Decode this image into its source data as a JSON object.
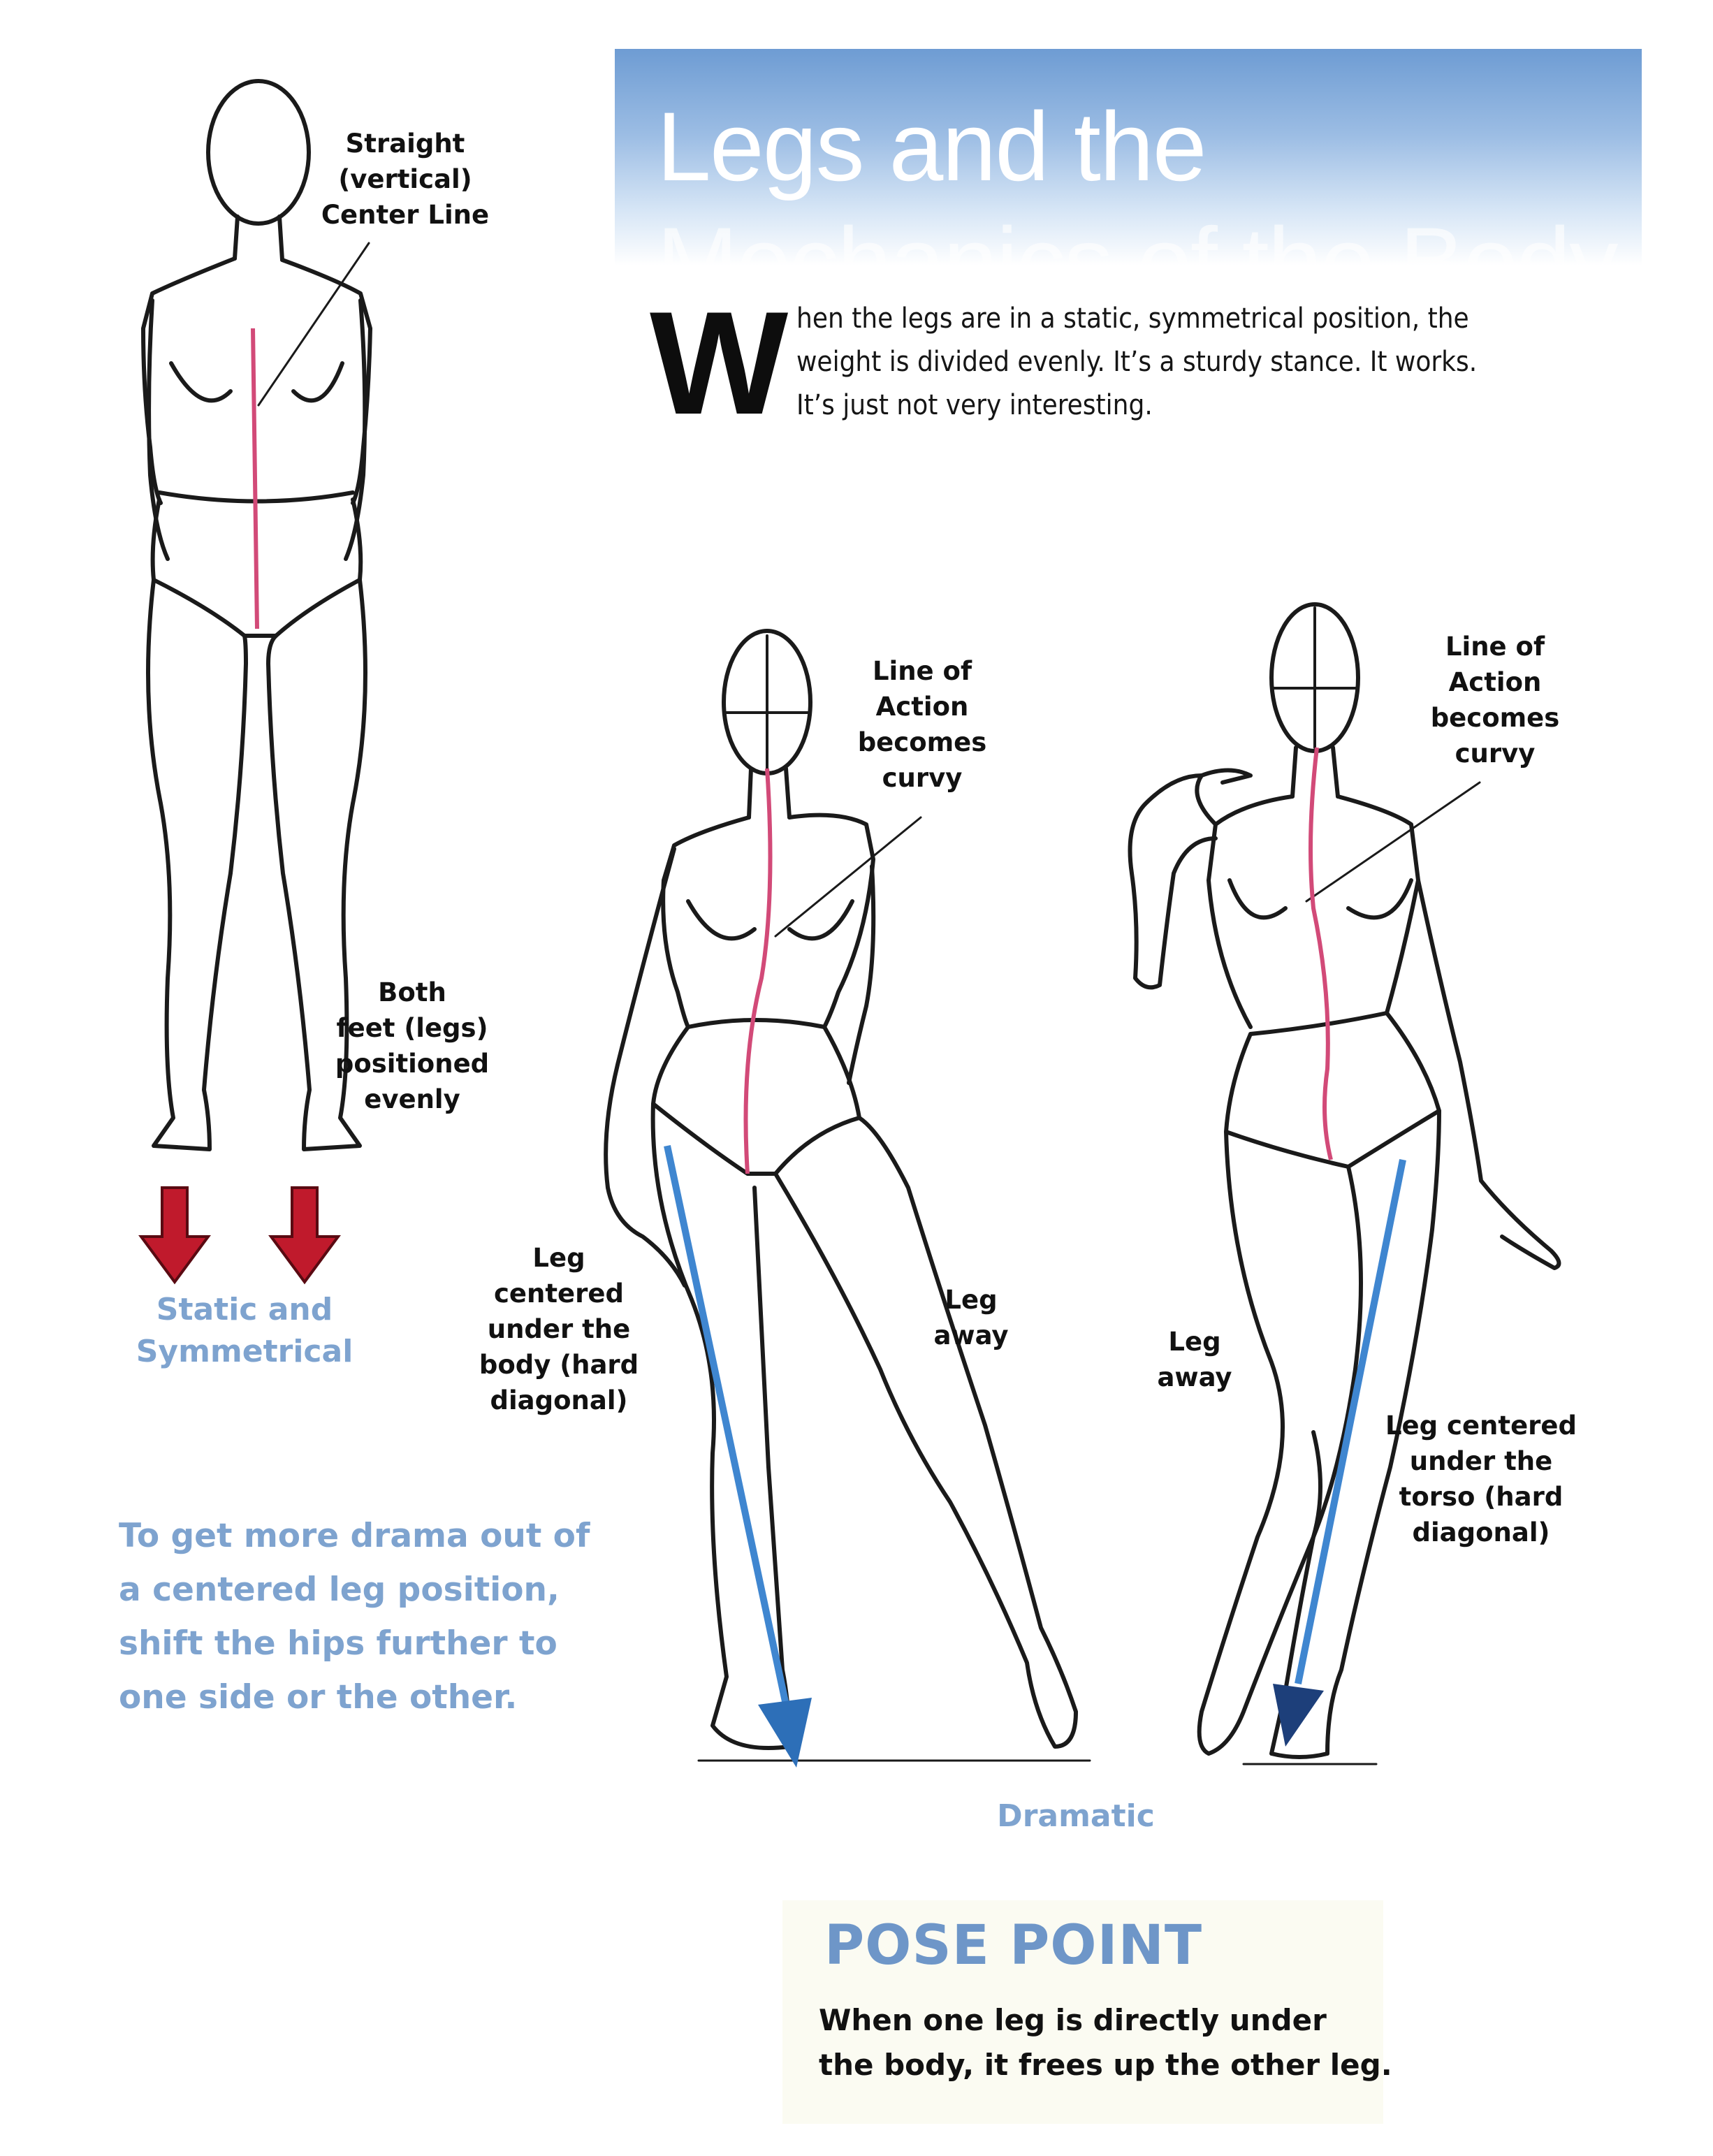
{
  "title": {
    "line1": "Legs and the",
    "line2": "Mechanics of the Body"
  },
  "intro": {
    "dropcap": "W",
    "lines": [
      "hen the legs are in a static, symmetrical position, the",
      "weight is divided evenly. It’s a sturdy stance. It works.",
      "It’s just not very interesting."
    ]
  },
  "static_figure": {
    "center_line_label": [
      "Straight",
      "(vertical)",
      "Center Line"
    ],
    "feet_label": [
      "Both",
      "feet (legs)",
      "positioned",
      "evenly"
    ],
    "caption": [
      "Static and",
      "Symmetrical"
    ]
  },
  "dramatic_figure_1": {
    "line_of_action_label": [
      "Line of",
      "Action",
      "becomes",
      "curvy"
    ],
    "centered_leg_label": [
      "Leg",
      "centered",
      "under the",
      "body (hard",
      "diagonal)"
    ],
    "leg_away_label": [
      "Leg",
      "away"
    ]
  },
  "dramatic_figure_2": {
    "line_of_action_label": [
      "Line of",
      "Action",
      "becomes",
      "curvy"
    ],
    "leg_away_label": [
      "Leg",
      "away"
    ],
    "centered_leg_label": [
      "Leg centered",
      "under the",
      "torso (hard",
      "diagonal)"
    ]
  },
  "dramatic_caption": "Dramatic",
  "drama_note": [
    "To get more drama out of",
    "a centered leg position,",
    "shift the hips further to",
    "one side or the other."
  ],
  "pose_point": {
    "heading": "POSE POINT",
    "lines": [
      "When one leg is directly under",
      "the body, it frees up the other leg."
    ]
  },
  "colors": {
    "banner_blue": "#6e9cd3",
    "caption_blue": "#7ea3cf",
    "center_line_red": "#d24a78",
    "arrow_red": "#c01a2c",
    "leg_line_blue": "#3f86d0"
  }
}
